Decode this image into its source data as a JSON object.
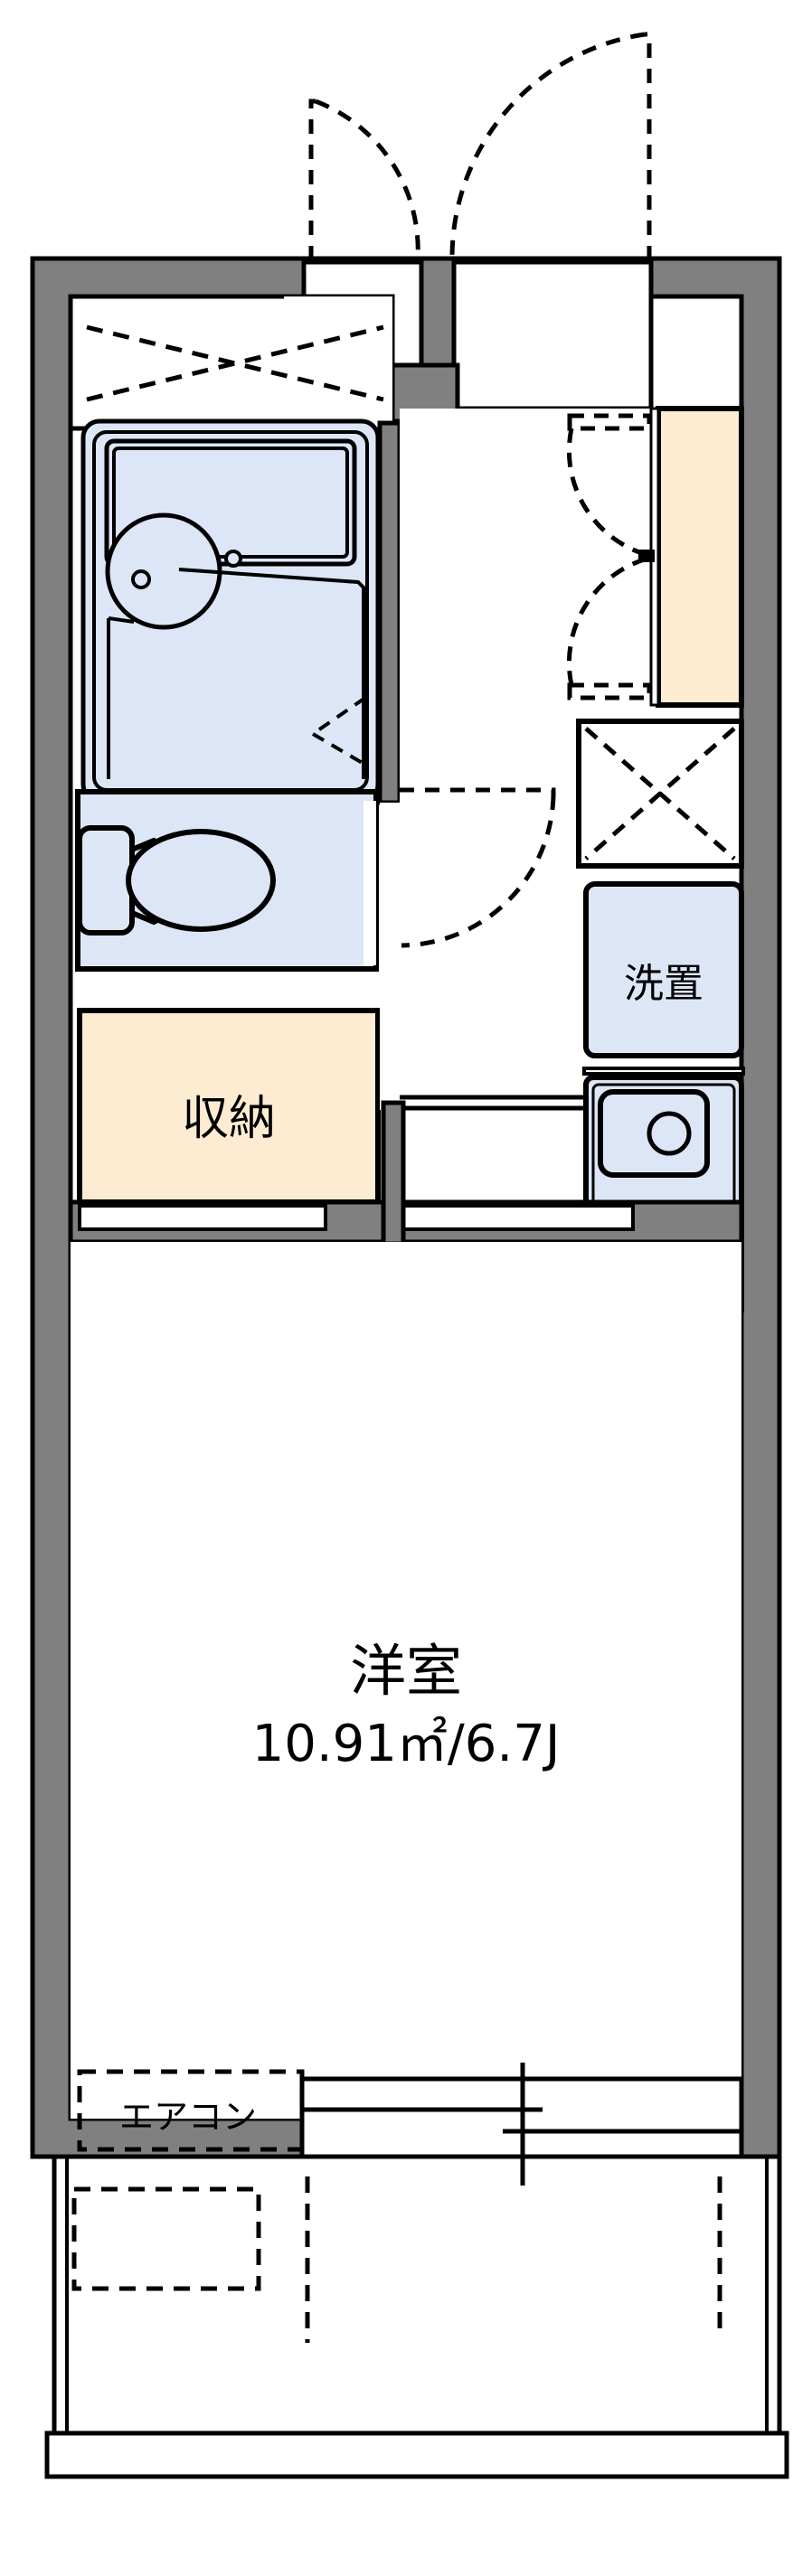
{
  "plan": {
    "title": "Japanese apartment floor plan (1K)",
    "colors": {
      "wall_fill": "#808080",
      "wall_stroke": "#000000",
      "fixture_blue": "#dce6f7",
      "storage_beige": "#fdecd2",
      "genkan_beige": "#fdecd2",
      "white": "#ffffff",
      "line": "#000000"
    },
    "rooms": [
      {
        "id": "main-room",
        "name_label": "洋室",
        "area_label": "10.91㎡/6.7J",
        "area_sqm": 10.91,
        "area_jo": 6.7
      },
      {
        "id": "storage",
        "name_label": "収納"
      },
      {
        "id": "washer-space",
        "name_label": "洗置"
      },
      {
        "id": "aircon",
        "name_label": "エアコン"
      }
    ],
    "fixtures": [
      {
        "id": "unit-bath",
        "kind": "bathtub-with-vanity"
      },
      {
        "id": "toilet",
        "kind": "western-toilet"
      },
      {
        "id": "kitchen-sink",
        "kind": "sink-single-basin"
      },
      {
        "id": "stove",
        "kind": "two-burner-cooktop"
      },
      {
        "id": "shoe-box",
        "kind": "shoe-cabinet"
      },
      {
        "id": "genkan",
        "kind": "entry-tile"
      },
      {
        "id": "balcony",
        "kind": "balcony"
      }
    ],
    "labels": {
      "main_room_name": "洋室",
      "main_room_area": "10.91㎡/6.7J",
      "storage": "収納",
      "washer": "洗置",
      "aircon": "エアコン"
    }
  }
}
